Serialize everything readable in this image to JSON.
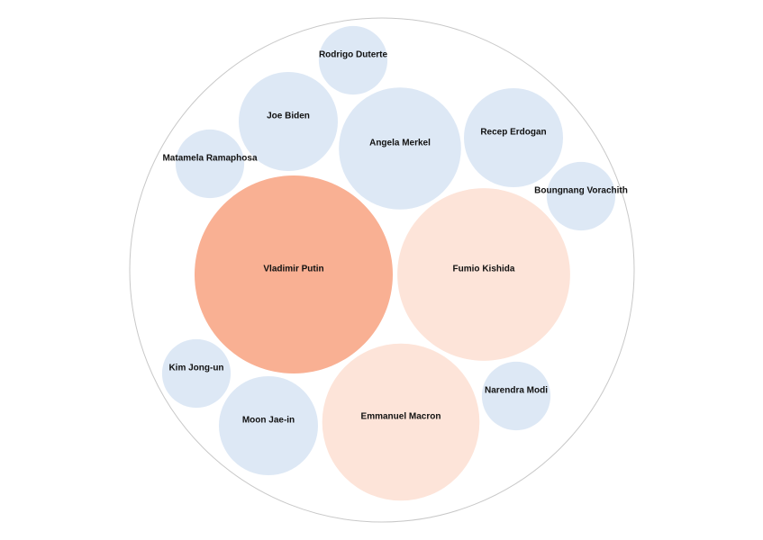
{
  "chart_data": {
    "type": "packed-bubble",
    "title": "",
    "colors": {
      "container_stroke": "#c8c8c8",
      "default": "#dde8f5",
      "highlight_strong": "#f9b093",
      "highlight_light": "#fde4d9"
    },
    "bubbles": [
      {
        "label": "Vladimir Putin",
        "value": 100,
        "tone": "highlight_strong"
      },
      {
        "label": "Fumio Kishida",
        "value": 76,
        "tone": "highlight_light"
      },
      {
        "label": "Emmanuel Macron",
        "value": 63,
        "tone": "highlight_light"
      },
      {
        "label": "Angela Merkel",
        "value": 38,
        "tone": "default"
      },
      {
        "label": "Recep Erdogan",
        "value": 25,
        "tone": "default"
      },
      {
        "label": "Joe Biden",
        "value": 25,
        "tone": "default"
      },
      {
        "label": "Moon Jae-in",
        "value": 25,
        "tone": "default"
      },
      {
        "label": "Rodrigo Duterte",
        "value": 12,
        "tone": "default"
      },
      {
        "label": "Matamela Ramaphosa",
        "value": 12,
        "tone": "default"
      },
      {
        "label": "Boungnang Vorachith",
        "value": 12,
        "tone": "default"
      },
      {
        "label": "Kim Jong-un",
        "value": 12,
        "tone": "default"
      },
      {
        "label": "Narendra Modi",
        "value": 12,
        "tone": "default"
      }
    ]
  }
}
